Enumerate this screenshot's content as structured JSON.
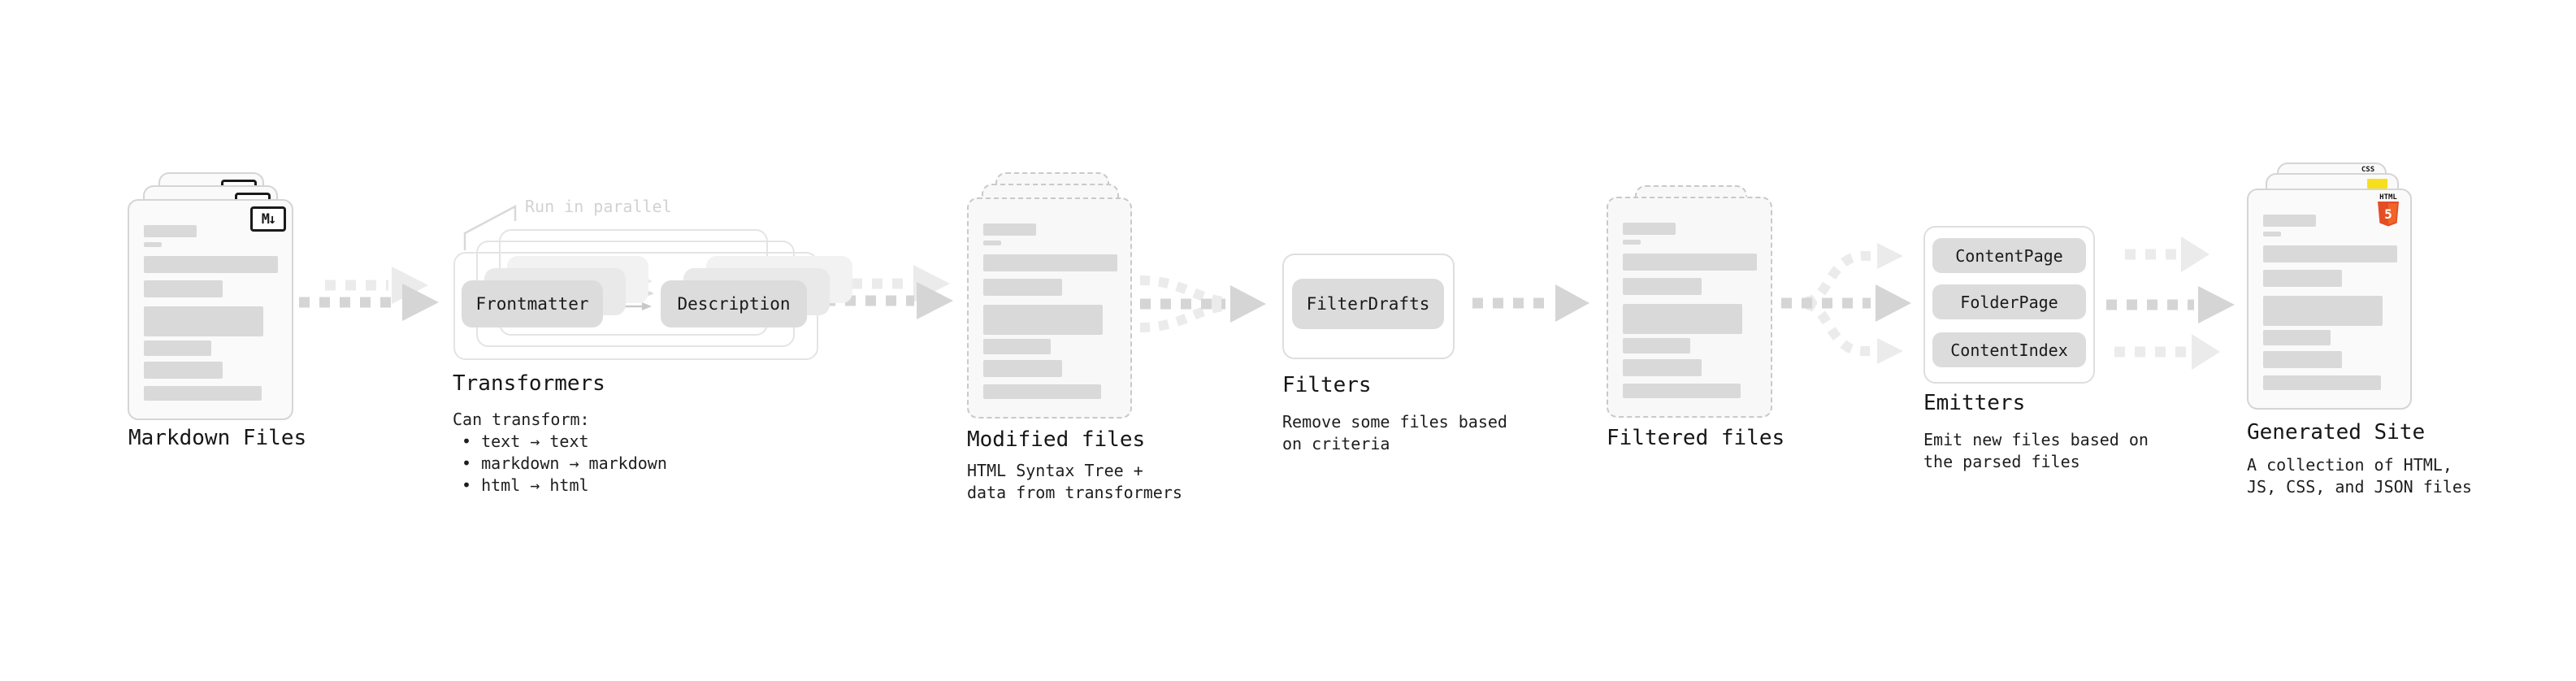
{
  "stages": [
    {
      "id": "markdown-files",
      "label": "Markdown Files"
    },
    {
      "id": "transformers",
      "label": "Transformers",
      "annotation": "Run in parallel",
      "nodes": [
        "Frontmatter",
        "Description"
      ],
      "desc": [
        "Can transform:",
        "• text → text",
        "• markdown → markdown",
        "• html → html"
      ]
    },
    {
      "id": "modified-files",
      "label": "Modified files",
      "desc": [
        "HTML Syntax Tree +",
        "data from transformers"
      ]
    },
    {
      "id": "filters",
      "label": "Filters",
      "nodes": [
        "FilterDrafts"
      ],
      "desc": [
        "Remove some files based",
        "on criteria"
      ]
    },
    {
      "id": "filtered-files",
      "label": "Filtered files"
    },
    {
      "id": "emitters",
      "label": "Emitters",
      "nodes": [
        "ContentPage",
        "FolderPage",
        "ContentIndex"
      ],
      "desc": [
        "Emit new files based on",
        "the parsed files"
      ]
    },
    {
      "id": "generated-site",
      "label": "Generated Site",
      "desc": [
        "A collection of HTML,",
        "JS, CSS, and JSON files"
      ]
    }
  ],
  "icons": {
    "markdown": "M↓",
    "html5_text": "HTML",
    "html5_number": "5",
    "css": "CSS"
  },
  "colors": {
    "html5_orange": "#e44d26",
    "js_yellow": "#f7df1e",
    "css_blue": "#2965f1",
    "arrow_dark": "#d5d5d5",
    "arrow_light": "#ebebeb"
  }
}
